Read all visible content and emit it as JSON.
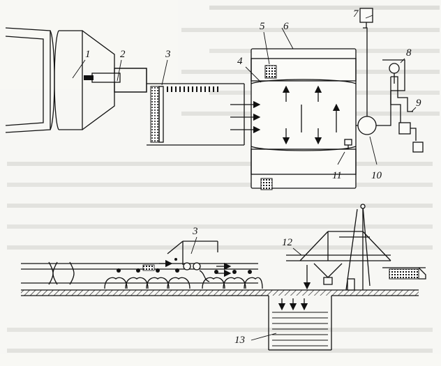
{
  "figure": {
    "labels": {
      "l1": "1",
      "l2": "2",
      "l3": "3",
      "l4": "4",
      "l5": "5",
      "l6": "6",
      "l7": "7",
      "l8": "8",
      "l9": "9",
      "l10": "10",
      "l11": "11",
      "l3b": "3",
      "l12": "12",
      "l13": "13"
    }
  },
  "colors": {
    "line": "#111111",
    "background": "#f7f7f4",
    "bleed": "#c9c9c6"
  }
}
